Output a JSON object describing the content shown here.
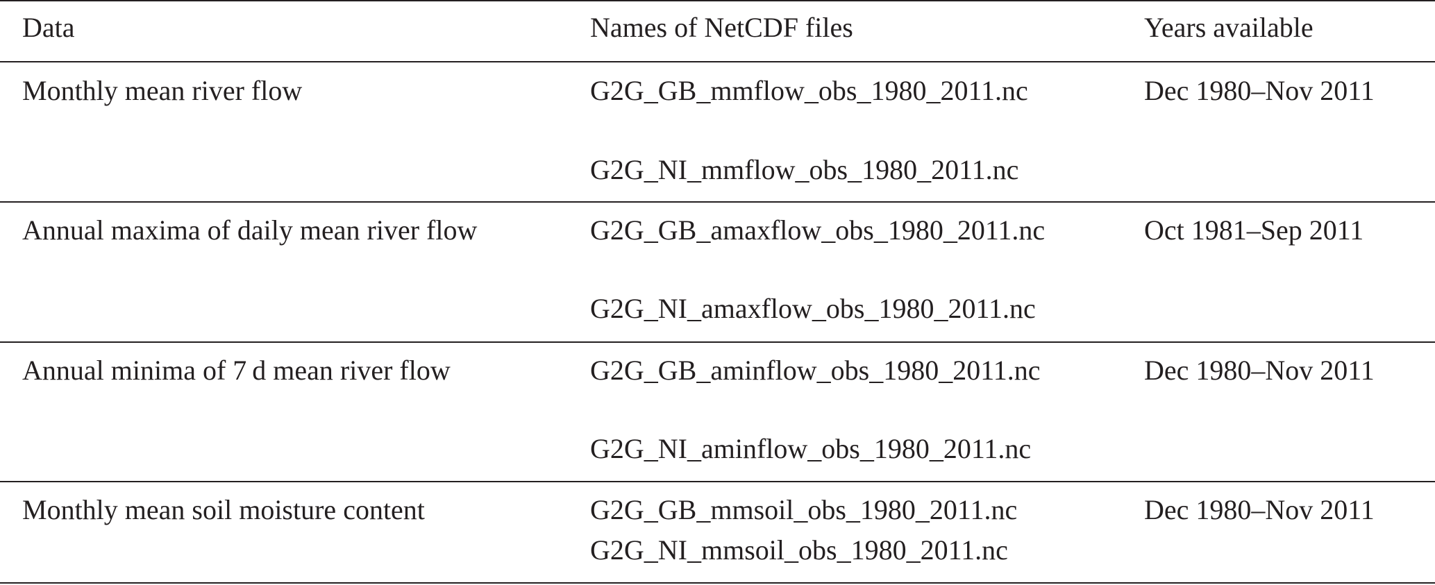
{
  "table": {
    "headers": [
      "Data",
      "Names of NetCDF files",
      "Years available"
    ],
    "rows": [
      {
        "data": "Monthly mean river flow",
        "files": [
          "G2G_GB_mmflow_obs_1980_2011.nc",
          "G2G_NI_mmflow_obs_1980_2011.nc"
        ],
        "years": "Dec 1980–Nov 2011"
      },
      {
        "data": "Annual maxima of daily mean river flow",
        "files": [
          "G2G_GB_amaxflow_obs_1980_2011.nc",
          "G2G_NI_amaxflow_obs_1980_2011.nc"
        ],
        "years": "Oct 1981–Sep 2011"
      },
      {
        "data": "Annual minima of 7 d mean river flow",
        "files": [
          "G2G_GB_aminflow_obs_1980_2011.nc",
          "G2G_NI_aminflow_obs_1980_2011.nc"
        ],
        "years": "Dec 1980–Nov 2011"
      },
      {
        "data": "Monthly mean soil moisture content",
        "files": [
          "G2G_GB_mmsoil_obs_1980_2011.nc",
          "G2G_NI_mmsoil_obs_1980_2011.nc"
        ],
        "years": "Dec 1980–Nov 2011"
      }
    ]
  }
}
